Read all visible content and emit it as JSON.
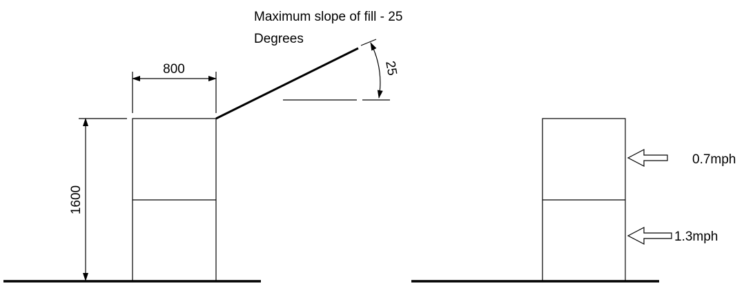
{
  "annotation": {
    "line1": "Maximum slope of fill - 25",
    "line2": "Degrees"
  },
  "dimensions": {
    "width": "800",
    "height": "1600",
    "angle": "25"
  },
  "loads": {
    "upper": "0.7mph",
    "lower": "1.3mph"
  }
}
